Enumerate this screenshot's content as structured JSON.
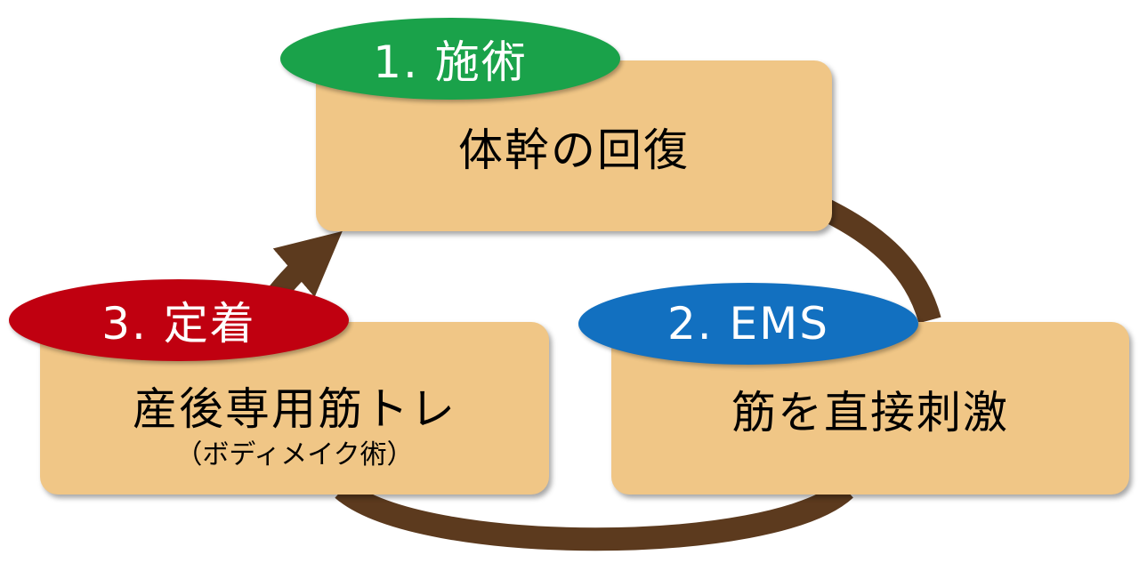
{
  "colors": {
    "box_fill": "#f0c686",
    "arrow": "#5c3a1e",
    "step1_accent": "#1aa24a",
    "step2_accent": "#1270c0",
    "step3_accent": "#c00010"
  },
  "steps": [
    {
      "label": "1. 施術",
      "text": "体幹の回復"
    },
    {
      "label": "2. EMS",
      "text": "筋を直接刺激"
    },
    {
      "label": "3. 定着",
      "text": "産後専用筋トレ",
      "subtext": "（ボディメイク術）"
    }
  ]
}
